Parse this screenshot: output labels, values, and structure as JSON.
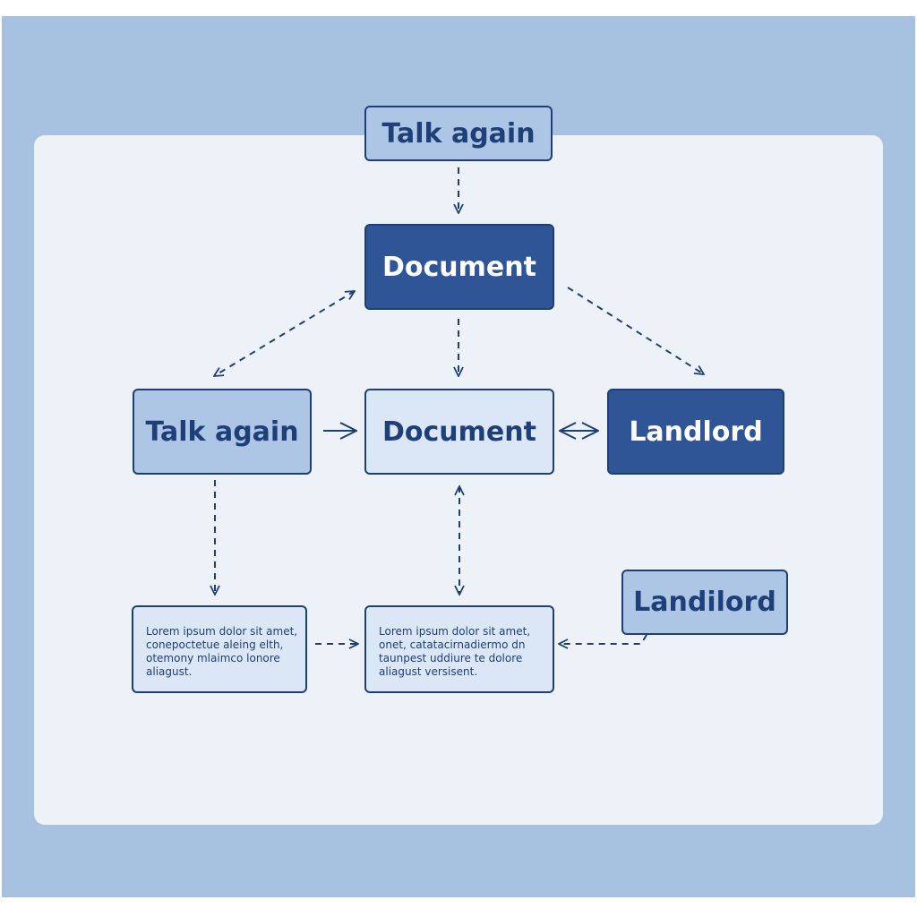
{
  "nodes": {
    "talk_again_top": "Talk again",
    "document_main": "Document",
    "talk_again_left": "Talk again",
    "document_center": "Document",
    "landlord_right": "Landlord",
    "landilord_lower": "Landilord"
  },
  "notes": {
    "left": [
      "Lorem ipsum dolor sit amet,",
      "conepoctetue aleing elth,",
      "otemony mlaimco lonore",
      "aliagust."
    ],
    "center": [
      "Lorem ipsum dolor sit amet,",
      "onet, catatacirnadiermo dn",
      "taunpest uddiure te dolore",
      "aliagust versisent."
    ]
  },
  "colors": {
    "frame": "#a7c2e1",
    "panel": "#edf2f8",
    "line": "#1f3e74",
    "dark_node": "#2f5597",
    "light_node": "#aec6e5",
    "pale_node": "#dbe7f6"
  }
}
